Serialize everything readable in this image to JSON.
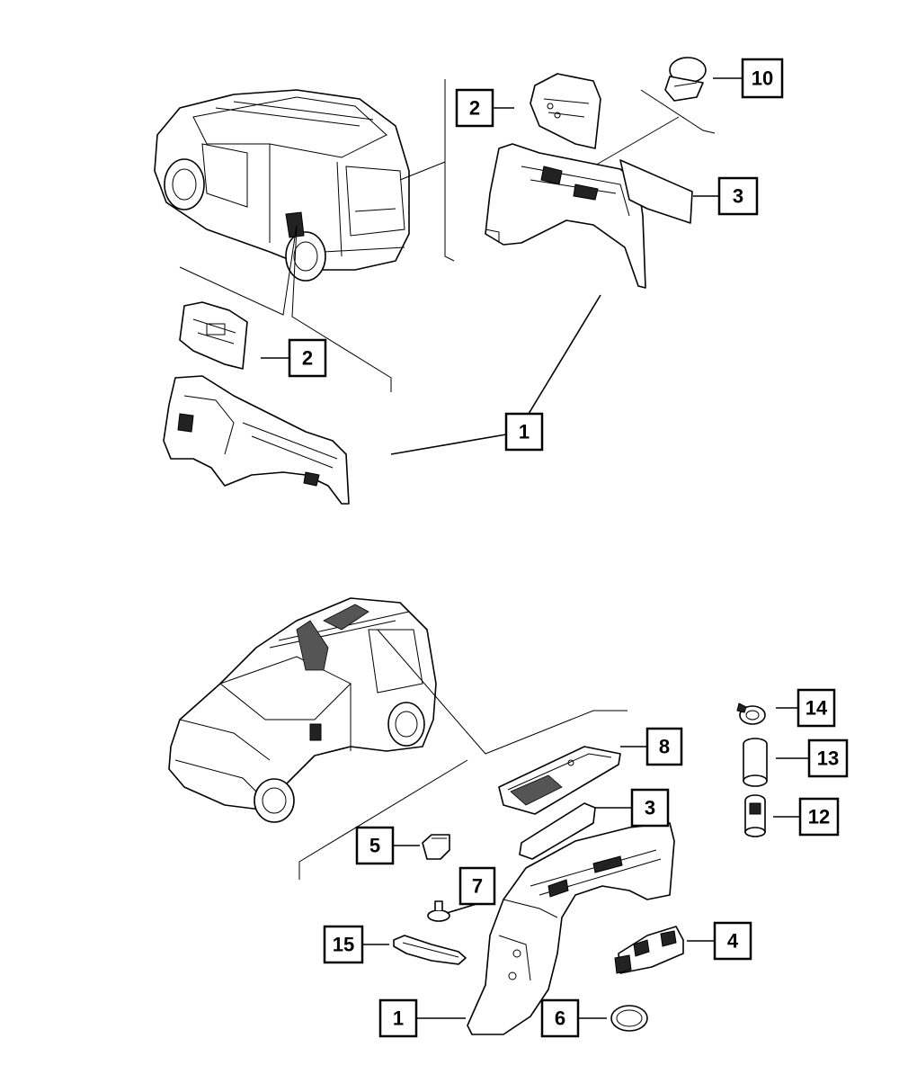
{
  "callouts": {
    "top_2a": "2",
    "top_10": "10",
    "top_3": "3",
    "top_2b": "2",
    "top_1": "1",
    "bottom_14": "14",
    "bottom_8": "8",
    "bottom_13": "13",
    "bottom_3": "3",
    "bottom_12": "12",
    "bottom_5": "5",
    "bottom_7": "7",
    "bottom_4": "4",
    "bottom_15": "15",
    "bottom_1": "1",
    "bottom_6": "6"
  },
  "colors": {
    "line": "#000000",
    "background": "#ffffff",
    "dark_part": "#222222"
  }
}
